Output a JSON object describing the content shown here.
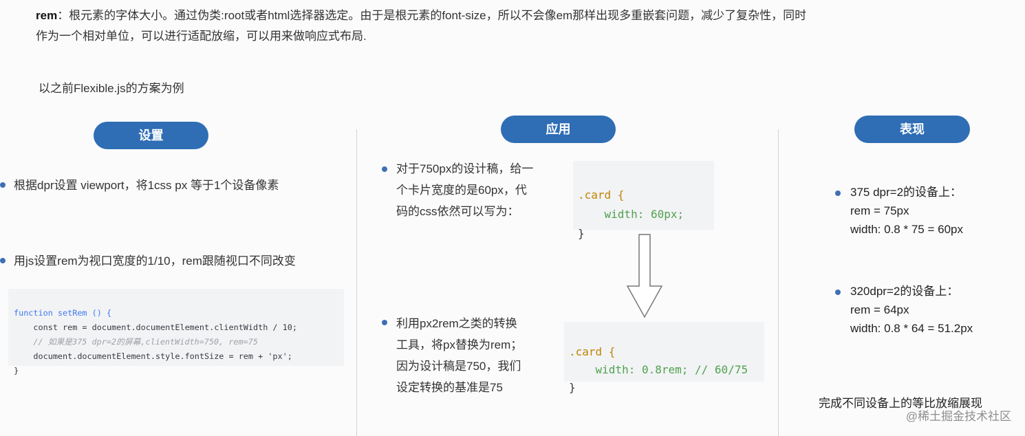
{
  "intro": {
    "term": "rem",
    "text": "：根元素的字体大小。通过伪类:root或者html选择器选定。由于是根元素的font-size，所以不会像em那样出现多重嵌套问题，减少了复杂性，同时作为一个相对单位，可以进行适配放缩，可以用来做响应式布局."
  },
  "example_heading": "以之前Flexible.js的方案为例",
  "columns": {
    "setup": {
      "pill": "设置",
      "bullets": [
        "根据dpr设置 viewport，将1css px 等于1个设备像素",
        "用js设置rem为视口宽度的1/10，rem跟随视口不同改变"
      ],
      "code": [
        "function setRem () {",
        "    const rem = document.documentElement.clientWidth / 10;",
        "    // 如果是375 dpr=2的屏幕,clientWidth=750, rem=75",
        "    document.documentElement.style.fontSize = rem + 'px';",
        "}"
      ]
    },
    "apply": {
      "pill": "应用",
      "bullet1": [
        "对于750px的设计稿，给一",
        "个卡片宽度的是60px，代",
        "码的css依然可以写为："
      ],
      "code1": [
        ".card {",
        "    width: 60px;",
        "}"
      ],
      "bullet2": [
        "利用px2rem之类的转换",
        "工具，将px替换为rem；",
        "因为设计稿是750，我们",
        "设定转换的基准是75"
      ],
      "code2": [
        ".card {",
        "    width: 0.8rem; // 60/75",
        "}"
      ]
    },
    "show": {
      "pill": "表现",
      "block1": [
        "375 dpr=2的设备上：",
        "rem = 75px",
        "width: 0.8 * 75 = 60px"
      ],
      "block2": [
        "320dpr=2的设备上：",
        "rem = 64px",
        "width: 0.8 * 64 = 51.2px"
      ],
      "conclusion": "完成不同设备上的等比放缩展现"
    }
  },
  "watermark": "@稀土掘金技术社区"
}
